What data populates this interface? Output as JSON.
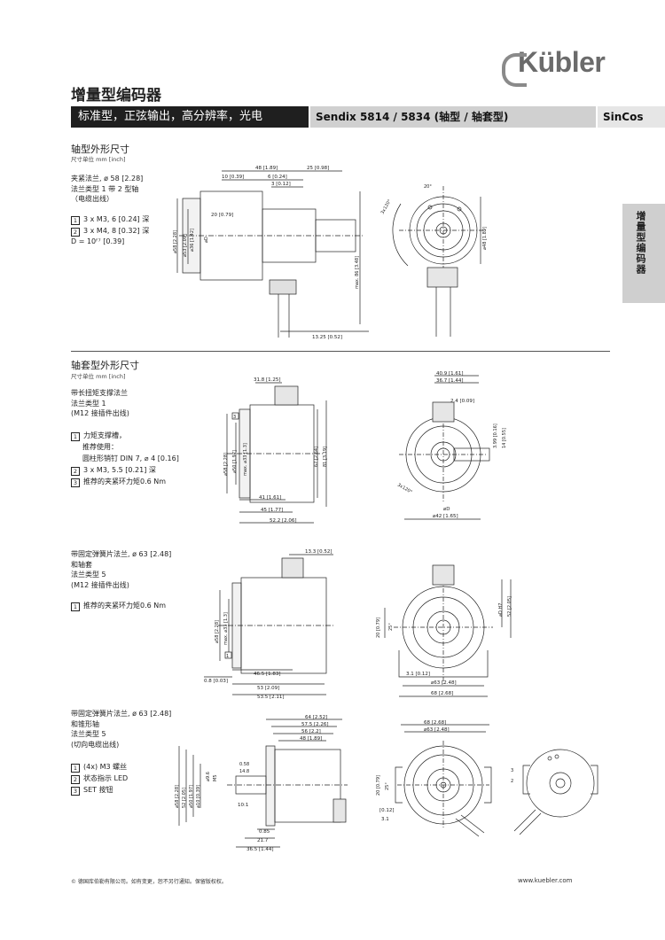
{
  "brand": {
    "logo_text": "Kübler"
  },
  "title": "增量型编码器",
  "header_bar": {
    "segment1": "标准型，正弦输出，高分辨率，光电",
    "segment2": "Sendix 5814 / 5834 (轴型 / 轴套型)",
    "segment3": "SinCos"
  },
  "side_tab": "增量型编码器",
  "shaft_section": {
    "title": "轴型外形尺寸",
    "unit": "尺寸单位 mm [inch]",
    "desc": [
      "夹紧法兰, ø 58 [2.28]",
      "法兰类型 1 带 2 型轴",
      "（电缆出线）"
    ],
    "items": [
      {
        "num": "1",
        "text": "3 x M3, 6 [0.24] 深"
      },
      {
        "num": "2",
        "text": "3 x M4, 8 [0.32] 深"
      }
    ],
    "note": "D = 10ᶠ⁷ [0.39]",
    "dims": [
      "48 [1.89]",
      "25 [0.98]",
      "10 [0.39]",
      "6 [0.24]",
      "3 [0.12]",
      "20 [0.79]",
      "⌀58 [2.28]",
      "⌀36 [1.42]",
      "⌀53 [2.09]",
      "⌀D",
      "max. 86 [3.48]",
      "13.25 [0.52]",
      "⌀48 [1.89]",
      "20°",
      "3x120°"
    ]
  },
  "hollow_section": {
    "title": "轴套型外形尺寸",
    "unit": "尺寸单位 mm [inch]",
    "desc": [
      "带长扭矩支撑法兰",
      "法兰类型 1",
      "(M12 接插件出线)"
    ],
    "items": [
      {
        "num": "1",
        "text": "力矩支撑槽，"
      },
      {
        "num": "",
        "text": "推荐使用："
      },
      {
        "num": "",
        "text": "圆柱形销钉 DIN 7, ⌀ 4 [0.16]"
      },
      {
        "num": "2",
        "text": "3 x M3, 5.5 [0.21] 深"
      },
      {
        "num": "3",
        "text": "推荐的夹紧环力矩0.6 Nm"
      }
    ],
    "dims": [
      "31.8 [1.25]",
      "⌀58 [2.28]",
      "⌀50 [1.97]",
      "max. ⌀33 [1.3]",
      "67 [2.64]",
      "81 [3.19]",
      "41 [1.61]",
      "45 [1.77]",
      "52.2 [2.06]",
      "40.9 [1.61]",
      "36.7 [1.44]",
      "2.4 [0.09]",
      "3.99 [0.16]",
      "14 [0.55]",
      "⌀42 [1.65]",
      "⌀D",
      "3x120°"
    ]
  },
  "spring_section": {
    "desc": [
      "带固定弹簧片法兰, ø 63 [2.48]",
      "和轴套",
      "法兰类型 5",
      "(M12 接插件出线)"
    ],
    "items": [
      {
        "num": "1",
        "text": "推荐的夹紧环力矩0.6 Nm"
      }
    ],
    "dims": [
      "13.3 [0.52]",
      "⌀58 [2.28]",
      "max. ⌀33 [1.3]",
      "46.5 [1.83]",
      "0.8 [0.03]",
      "53 [2.09]",
      "53.5 [2.11]",
      "⌀D H7",
      "52 [2.05]",
      "20 [0.79]",
      "25°",
      "3.1 [0.12]",
      "⌀63 [2.48]",
      "68 [2.68]"
    ]
  },
  "cone_section": {
    "desc": [
      "带固定弹簧片法兰, ø 63 [2.48]",
      "和锥形轴",
      "法兰类型 5",
      "(切向电缆出线)"
    ],
    "items": [
      {
        "num": "1",
        "text": "(4x) M3 螺丝"
      },
      {
        "num": "2",
        "text": "状态指示 LED"
      },
      {
        "num": "3",
        "text": "SET 按钮"
      }
    ],
    "dims": [
      "64 [2.52]",
      "57.5 [2.26]",
      "56 [2.2]",
      "48 [1.89]",
      "0.58",
      "14.8",
      "⌀58 [2.28]",
      "52 [2.05]",
      "⌀50 [1.97]",
      "⌀10 [0.39]",
      "⌀9.6",
      "M5",
      "10:1",
      "0.85",
      "21.7",
      "36.5 [1.44]",
      "68 [2.68]",
      "⌀63 [2.48]",
      "20 [0.79]",
      "25°",
      "[0.12]",
      "3.1"
    ]
  },
  "footer": {
    "left": "© 德国库伯勒有限公司。如有变更，恕不另行通知。保留版权权。",
    "right": "www.kuebler.com"
  }
}
